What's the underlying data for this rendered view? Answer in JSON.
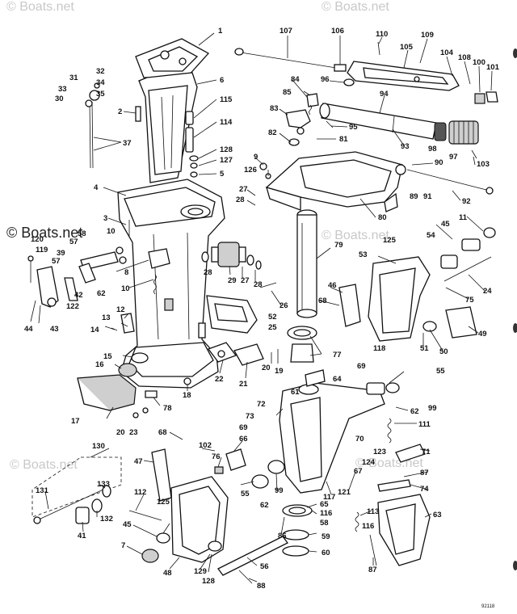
{
  "watermarks": {
    "top_left": "© Boats.net",
    "top_right": "© Boats.net",
    "center_left": "© Boats.net",
    "center_right": "© Boats.net",
    "lower_left": "© Boats.net",
    "lower_right": "© Boats.net"
  },
  "figure_code": "92118",
  "callouts": [
    {
      "id": "c1",
      "text": "1"
    },
    {
      "id": "c107",
      "text": "107"
    },
    {
      "id": "c106",
      "text": "106"
    },
    {
      "id": "c110",
      "text": "110"
    },
    {
      "id": "c109",
      "text": "109"
    },
    {
      "id": "c105",
      "text": "105"
    },
    {
      "id": "c104",
      "text": "104"
    },
    {
      "id": "c108",
      "text": "108"
    },
    {
      "id": "c100",
      "text": "100"
    },
    {
      "id": "c101",
      "text": "101"
    },
    {
      "id": "c32",
      "text": "32"
    },
    {
      "id": "c31",
      "text": "31"
    },
    {
      "id": "c34",
      "text": "34"
    },
    {
      "id": "c33",
      "text": "33"
    },
    {
      "id": "c35",
      "text": "35"
    },
    {
      "id": "c30",
      "text": "30"
    },
    {
      "id": "c6",
      "text": "6"
    },
    {
      "id": "c84",
      "text": "84"
    },
    {
      "id": "c96",
      "text": "96"
    },
    {
      "id": "c85",
      "text": "85"
    },
    {
      "id": "c94",
      "text": "94"
    },
    {
      "id": "c2",
      "text": "2"
    },
    {
      "id": "c115",
      "text": "115"
    },
    {
      "id": "c83",
      "text": "83"
    },
    {
      "id": "c95",
      "text": "95"
    },
    {
      "id": "c114",
      "text": "114"
    },
    {
      "id": "c37",
      "text": "37"
    },
    {
      "id": "c82",
      "text": "82"
    },
    {
      "id": "c81",
      "text": "81"
    },
    {
      "id": "c93",
      "text": "93"
    },
    {
      "id": "c98",
      "text": "98"
    },
    {
      "id": "c97",
      "text": "97"
    },
    {
      "id": "c128a",
      "text": "128"
    },
    {
      "id": "c127",
      "text": "127"
    },
    {
      "id": "c5",
      "text": "5"
    },
    {
      "id": "c9",
      "text": "9"
    },
    {
      "id": "c126",
      "text": "126"
    },
    {
      "id": "c90",
      "text": "90"
    },
    {
      "id": "c103",
      "text": "103"
    },
    {
      "id": "c4",
      "text": "4"
    },
    {
      "id": "c27a",
      "text": "27"
    },
    {
      "id": "c28a",
      "text": "28"
    },
    {
      "id": "c89",
      "text": "89"
    },
    {
      "id": "c91",
      "text": "91"
    },
    {
      "id": "c92",
      "text": "92"
    },
    {
      "id": "c80",
      "text": "80"
    },
    {
      "id": "c3",
      "text": "3"
    },
    {
      "id": "c11",
      "text": "11"
    },
    {
      "id": "c45a",
      "text": "45"
    },
    {
      "id": "c120",
      "text": "120"
    },
    {
      "id": "c58",
      "text": "58"
    },
    {
      "id": "c10a",
      "text": "10"
    },
    {
      "id": "c57a",
      "text": "57"
    },
    {
      "id": "c119",
      "text": "119"
    },
    {
      "id": "c39",
      "text": "39"
    },
    {
      "id": "c125a",
      "text": "125"
    },
    {
      "id": "c54",
      "text": "54"
    },
    {
      "id": "c79",
      "text": "79"
    },
    {
      "id": "c57b",
      "text": "57"
    },
    {
      "id": "c53",
      "text": "53"
    },
    {
      "id": "c24",
      "text": "24"
    },
    {
      "id": "c62a",
      "text": "62"
    },
    {
      "id": "c8",
      "text": "8"
    },
    {
      "id": "c28b",
      "text": "28"
    },
    {
      "id": "c29",
      "text": "29"
    },
    {
      "id": "c27b",
      "text": "27"
    },
    {
      "id": "c28c",
      "text": "28"
    },
    {
      "id": "c122",
      "text": "122"
    },
    {
      "id": "c44",
      "text": "44"
    },
    {
      "id": "c43",
      "text": "43"
    },
    {
      "id": "c42",
      "text": "42"
    },
    {
      "id": "c10b",
      "text": "10"
    },
    {
      "id": "c46",
      "text": "46"
    },
    {
      "id": "c75",
      "text": "75"
    },
    {
      "id": "c26",
      "text": "26"
    },
    {
      "id": "c12",
      "text": "12"
    },
    {
      "id": "c68a",
      "text": "68"
    },
    {
      "id": "c52",
      "text": "52"
    },
    {
      "id": "c25",
      "text": "25"
    },
    {
      "id": "c13",
      "text": "13"
    },
    {
      "id": "c14",
      "text": "14"
    },
    {
      "id": "c49",
      "text": "49"
    },
    {
      "id": "c51",
      "text": "51"
    },
    {
      "id": "c50",
      "text": "50"
    },
    {
      "id": "c15",
      "text": "15"
    },
    {
      "id": "c77",
      "text": "77"
    },
    {
      "id": "c16",
      "text": "16"
    },
    {
      "id": "c22",
      "text": "22"
    },
    {
      "id": "c20a",
      "text": "20"
    },
    {
      "id": "c19",
      "text": "19"
    },
    {
      "id": "c118",
      "text": "118"
    },
    {
      "id": "c21",
      "text": "21"
    },
    {
      "id": "c64",
      "text": "64"
    },
    {
      "id": "c18",
      "text": "18"
    },
    {
      "id": "c69a",
      "text": "69"
    },
    {
      "id": "c55a",
      "text": "55"
    },
    {
      "id": "c78",
      "text": "78"
    },
    {
      "id": "c61",
      "text": "61"
    },
    {
      "id": "c99a",
      "text": "99"
    },
    {
      "id": "c17",
      "text": "17"
    },
    {
      "id": "c72",
      "text": "72"
    },
    {
      "id": "c62b",
      "text": "62"
    },
    {
      "id": "c73",
      "text": "73"
    },
    {
      "id": "c20b",
      "text": "20"
    },
    {
      "id": "c23",
      "text": "23"
    },
    {
      "id": "c111",
      "text": "111"
    },
    {
      "id": "c68b",
      "text": "68"
    },
    {
      "id": "c69b",
      "text": "69"
    },
    {
      "id": "c70",
      "text": "70"
    },
    {
      "id": "c123",
      "text": "123"
    },
    {
      "id": "c71",
      "text": "71"
    },
    {
      "id": "c124",
      "text": "124"
    },
    {
      "id": "c102",
      "text": "102"
    },
    {
      "id": "c66",
      "text": "66"
    },
    {
      "id": "c76",
      "text": "76"
    },
    {
      "id": "c130",
      "text": "130"
    },
    {
      "id": "c47",
      "text": "47"
    },
    {
      "id": "c67",
      "text": "67"
    },
    {
      "id": "c87a",
      "text": "87"
    },
    {
      "id": "c74",
      "text": "74"
    },
    {
      "id": "c133",
      "text": "133"
    },
    {
      "id": "c131",
      "text": "131"
    },
    {
      "id": "c112",
      "text": "112"
    },
    {
      "id": "c55b",
      "text": "55"
    },
    {
      "id": "c99b",
      "text": "99"
    },
    {
      "id": "c121",
      "text": "121"
    },
    {
      "id": "c117",
      "text": "117"
    },
    {
      "id": "c62c",
      "text": "62"
    },
    {
      "id": "c65",
      "text": "65"
    },
    {
      "id": "c116a",
      "text": "116"
    },
    {
      "id": "c63",
      "text": "63"
    },
    {
      "id": "c132",
      "text": "132"
    },
    {
      "id": "c125b",
      "text": "125"
    },
    {
      "id": "c113",
      "text": "113"
    },
    {
      "id": "c41",
      "text": "41"
    },
    {
      "id": "c45b",
      "text": "45"
    },
    {
      "id": "c86",
      "text": "86"
    },
    {
      "id": "c58b",
      "text": "58"
    },
    {
      "id": "c116b",
      "text": "116"
    },
    {
      "id": "c7",
      "text": "7"
    },
    {
      "id": "c59",
      "text": "59"
    },
    {
      "id": "c129",
      "text": "129"
    },
    {
      "id": "c56",
      "text": "56"
    },
    {
      "id": "c60",
      "text": "60"
    },
    {
      "id": "c48",
      "text": "48"
    },
    {
      "id": "c128b",
      "text": "128"
    },
    {
      "id": "c87b",
      "text": "87"
    },
    {
      "id": "c88",
      "text": "88"
    }
  ]
}
